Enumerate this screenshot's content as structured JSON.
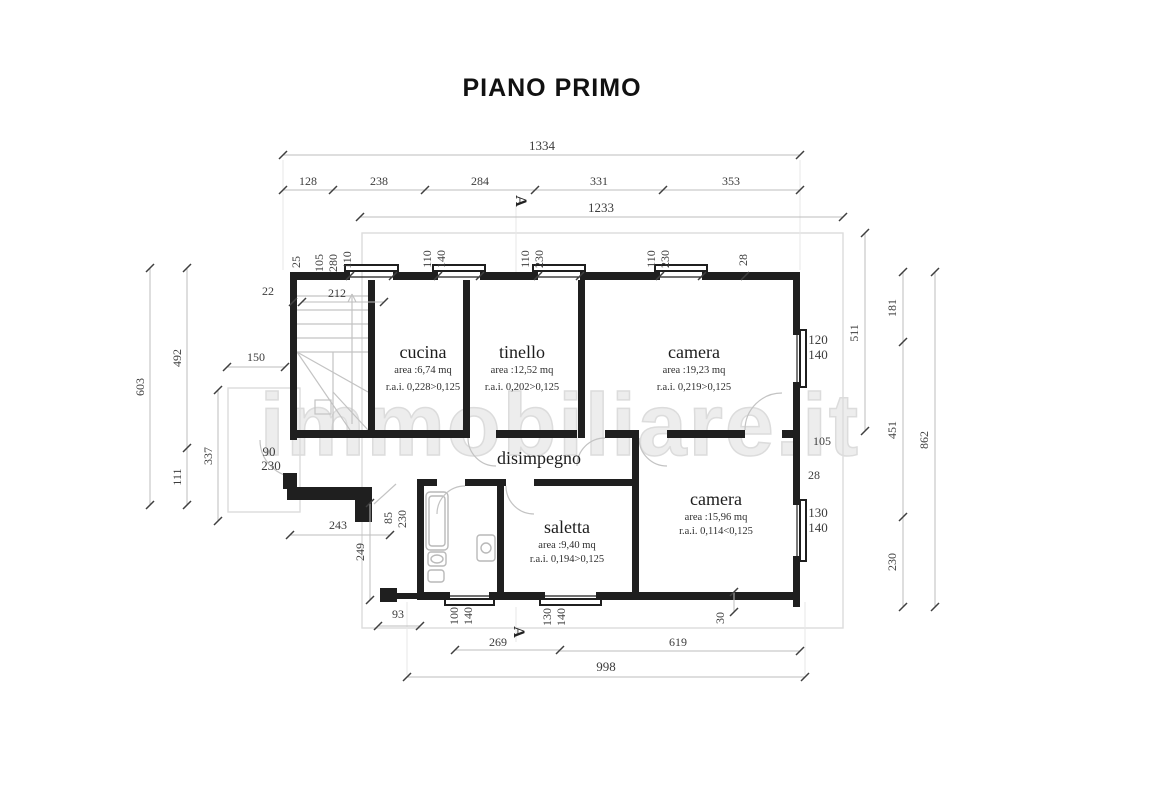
{
  "title": "PIANO PRIMO",
  "watermark": "immobiliare.it",
  "section_marker": "A",
  "rooms": [
    {
      "name": "cucina",
      "area": "area :6,74 mq",
      "rai": "r.a.i. 0,228>0,125"
    },
    {
      "name": "tinello",
      "area": "area :12,52 mq",
      "rai": "r.a.i. 0,202>0,125"
    },
    {
      "name": "camera",
      "area": "area :19,23 mq",
      "rai": "r.a.i. 0,219>0,125"
    },
    {
      "name": "disimpegno"
    },
    {
      "name": "saletta",
      "area": "area :9,40 mq",
      "rai": "r.a.i. 0,194>0,125"
    },
    {
      "name": "camera",
      "area": "area :15,96 mq",
      "rai": "r.a.i. 0,114<0,125"
    }
  ],
  "dimensions": {
    "top_total": "1334",
    "top_segments": [
      "128",
      "238",
      "284",
      "331",
      "353"
    ],
    "top_inner": "1233",
    "wall_top": [
      "25",
      "105",
      "280",
      "110",
      "110",
      "140",
      "110",
      "230",
      "110",
      "230",
      "28"
    ],
    "stair": [
      "22",
      "212"
    ],
    "left": [
      "603",
      "492",
      "111",
      "337",
      "150"
    ],
    "left_door": [
      "90",
      "230"
    ],
    "left_lower": [
      "243",
      "249",
      "85",
      "230",
      "93"
    ],
    "right": [
      "120",
      "140",
      "511",
      "181",
      "451",
      "862",
      "105",
      "28",
      "130",
      "140",
      "230",
      "30"
    ],
    "bottom": [
      "100",
      "140",
      "269",
      "130",
      "140",
      "619",
      "998"
    ]
  },
  "colors": {
    "wall": "#1f1f1f",
    "dim_line": "#bdbdbd",
    "faint": "#dcdcdc",
    "label": "#3c3c3c"
  }
}
